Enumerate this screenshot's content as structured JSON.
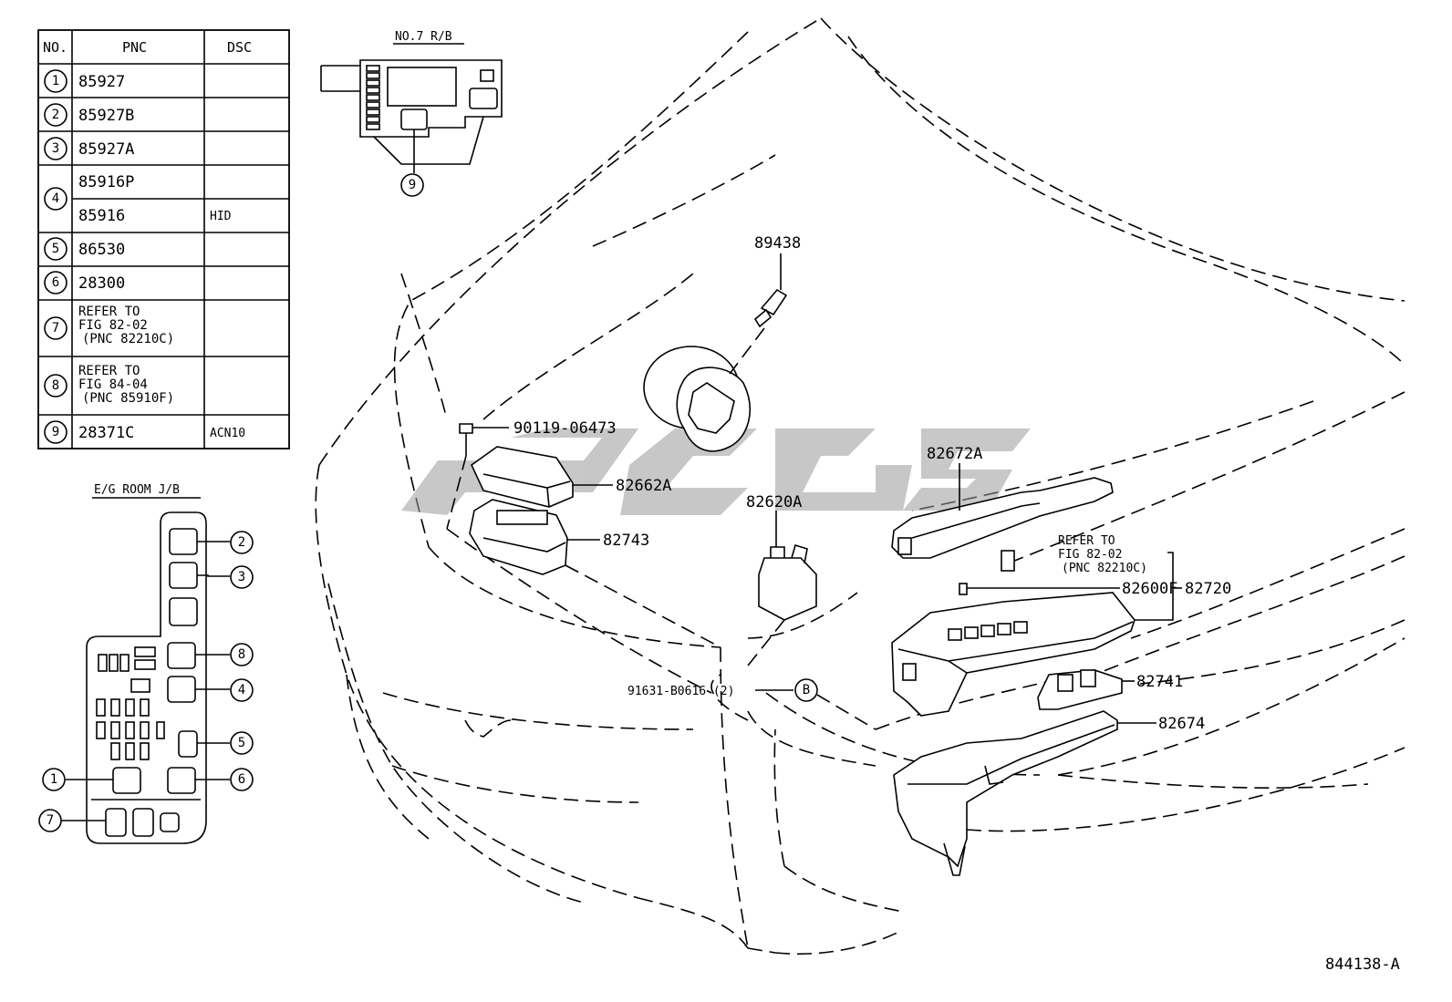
{
  "table": {
    "headers": {
      "no": "NO.",
      "pnc": "PNC",
      "dsc": "DSC"
    },
    "rows": [
      {
        "no": "1",
        "pnc": [
          "85927"
        ],
        "dsc": [
          ""
        ]
      },
      {
        "no": "2",
        "pnc": [
          "85927B"
        ],
        "dsc": [
          ""
        ]
      },
      {
        "no": "3",
        "pnc": [
          "85927A"
        ],
        "dsc": [
          ""
        ]
      },
      {
        "no": "4",
        "pnc": [
          "85916P",
          "85916"
        ],
        "dsc": [
          "",
          "HID"
        ]
      },
      {
        "no": "5",
        "pnc": [
          "86530"
        ],
        "dsc": [
          ""
        ]
      },
      {
        "no": "6",
        "pnc": [
          "28300"
        ],
        "dsc": [
          ""
        ]
      },
      {
        "no": "7",
        "pnc": [
          "REFER TO",
          "FIG 82-02",
          "(PNC 82210C)"
        ],
        "dsc": [
          ""
        ]
      },
      {
        "no": "8",
        "pnc": [
          "REFER TO",
          "FIG 84-04",
          "(PNC 85910F)"
        ],
        "dsc": [
          ""
        ]
      },
      {
        "no": "9",
        "pnc": [
          "28371C"
        ],
        "dsc": [
          "ACN10"
        ]
      }
    ]
  },
  "inset_rb": {
    "title": "NO.7 R/B",
    "callout": "9"
  },
  "inset_jb": {
    "title": "E/G ROOM J/B",
    "callouts": [
      "2",
      "3",
      "8",
      "4",
      "5",
      "6",
      "1",
      "7"
    ]
  },
  "parts": {
    "p89438": "89438",
    "p90119": "90119-06473",
    "p82662a": "82662A",
    "p82743": "82743",
    "p82620a": "82620A",
    "p82672a": "82672A",
    "refer_line1": "REFER TO",
    "refer_line2": "FIG 82-02",
    "refer_line3": "(PNC 82210C)",
    "p82600f": "82600F",
    "p82720": "82720",
    "p91631": "91631-B0616 (2)",
    "callout_b": "B",
    "p82741": "82741",
    "p82674": "82674"
  },
  "watermark": "car parts logo",
  "figure_id": "844138-A"
}
